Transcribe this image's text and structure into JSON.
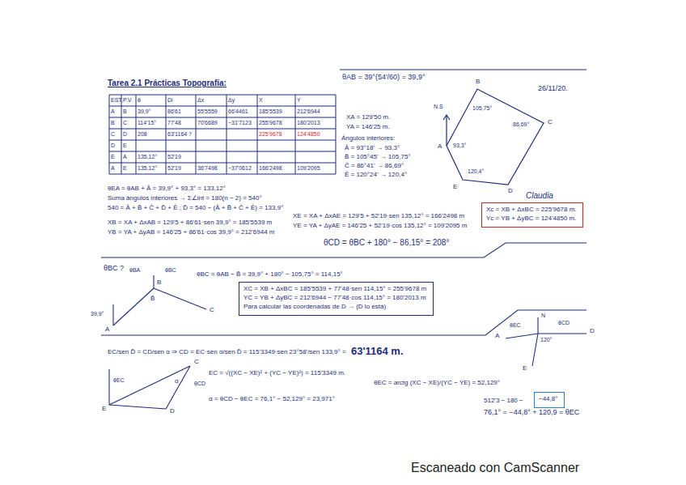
{
  "diagram": {
    "title": "Tarea 2.1 Prácticas Topografía:",
    "nodes": [
      {
        "text": [
          "Xc = XB + ΔxBC = 225'9678 m.",
          "Yc = YB + ΔyBC = 124'4850 m."
        ]
      },
      {
        "text": [
          "XC = XB + ΔxBC = 185'5539 + 77'48·sen 114,15° = 255'9678 m",
          "YC = YB + ΔyBC = 212'6944 − 77'48·cos 114,15° = 180'2013 m",
          "Para calcular las coordenadas de D → (D lo está)"
        ]
      },
      {
        "text": [
          "−44,8°"
        ]
      }
    ],
    "labels": [
      "EST.",
      "P.V.",
      "θ",
      "Di",
      "Δx",
      "Δy",
      "X",
      "Y",
      "A",
      "B",
      "39,9°",
      "86'61",
      "55'5559",
      "66'4461",
      "185'5539",
      "212'6944",
      "B",
      "C",
      "114'15°",
      "77'48",
      "70'6689",
      "−31'7123",
      "255'9678",
      "180'2013",
      "C",
      "D",
      "208",
      "63'1164 ?",
      "225'9678",
      "124'4850",
      "D",
      "E",
      "E",
      "A",
      "135,12°",
      "52'19",
      "A",
      "E",
      "135,12°",
      "52'19",
      "36'7498",
      "−37'0612",
      "166'2498",
      "109'2095",
      "θAB = 39°(54'/60) = 39,9°",
      "XA = 129'50 m.",
      "YA = 146'25 m.",
      "Ángulos interiores:",
      "Â = 93°18' → 93,3°",
      "B̂ = 105°45' → 105,75°",
      "Ĉ = 86°41' → 86,69°",
      "Ê = 120°24' → 120,4°",
      "N.S",
      "A",
      "B",
      "C",
      "D",
      "E",
      "105,75°",
      "86,69°",
      "93,3°",
      "120,4°",
      "26/11/20.",
      "Claudia",
      "θEA = θAB + Â = 39,9° + 93,3° = 133,12°",
      "Suma ángulos interiores → Σ∠int = 180(n − 2) = 540°",
      "540 = Â + B̂ + Ĉ + D̂ + Ê ; D̂ = 540 − (Â + B̂ + Ĉ + Ê) = 133,9°",
      "XB = XA + ΔxAB = 129'5 + 86'61·sen 39,9° = 185'5539 m",
      "YB = YA + ΔyAB = 146'25 + 86'61·cos 39,9° = 212'6944 m",
      "XE = XA + ΔxAE = 129'5 + 52'19·sen 135,12° = 166'2498 m",
      "YE = YA + ΔyAE = 146'25 + 52'19·cos 135,12° = 109'2095 m",
      "θCD = θBC + 180° − 86,15° = 208°",
      "θBC ?",
      "A",
      "B",
      "C",
      "39,9°",
      "θBA",
      "θBC",
      "B̂",
      "θBC = θAB − B̂ = 39,9° + 180° − 105,75° = 114,15°",
      "EC/sen D̂ = CD/sen α ⇒ CD = EC·sen α/sen D̂ = 115'3349·sen 23°58'/sen 133,9° =",
      "63'1164 m.",
      "E",
      "C",
      "D",
      "θEC",
      "θCD",
      "α",
      "EC = √((XC − XE)² + (YC − YE)²) = 115'3349 m.",
      "α = θCD − θEC = 76,1° − 52,129° = 23,971°",
      "θEC = arctg (XC − XE)/(YC − YE) = 52,129°",
      "N",
      "A",
      "D",
      "E",
      "θEC",
      "θCD",
      "120°",
      "512'3 − 180 −",
      "76,1° = −44,8° + 120,9 = θEC",
      "Escaneado con CamScanner"
    ]
  }
}
